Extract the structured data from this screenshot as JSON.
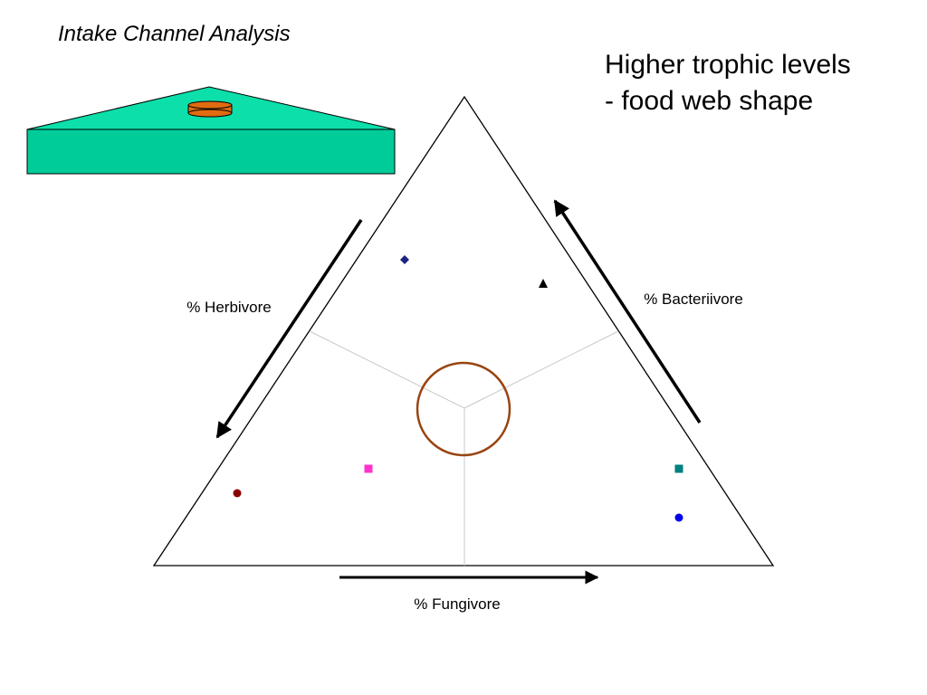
{
  "title": "Intake Channel Analysis",
  "heading": {
    "line1": "Higher trophic levels",
    "line2": "- food web shape"
  },
  "colors": {
    "channel_fill": "#00cc99",
    "channel_roof": "#0ddfaa",
    "disc_fill": "#e06b10",
    "circle_stroke": "#994411"
  },
  "chart_data": {
    "type": "scatter",
    "xlabel": "",
    "ylabel": "",
    "axes": [
      {
        "name": "herbivore",
        "label": "% Herbivore"
      },
      {
        "name": "bacterivore",
        "label": "% Bacteriivore"
      },
      {
        "name": "fungivore",
        "label": "% Fungivore"
      }
    ],
    "points": [
      {
        "shape": "diamond",
        "color": "#1a237e"
      },
      {
        "shape": "triangle",
        "color": "#000000"
      },
      {
        "shape": "square",
        "color": "#ff33cc"
      },
      {
        "shape": "circle",
        "color": "#8b0000"
      },
      {
        "shape": "square",
        "color": "#008080"
      },
      {
        "shape": "circle",
        "color": "#0000ee"
      }
    ]
  }
}
